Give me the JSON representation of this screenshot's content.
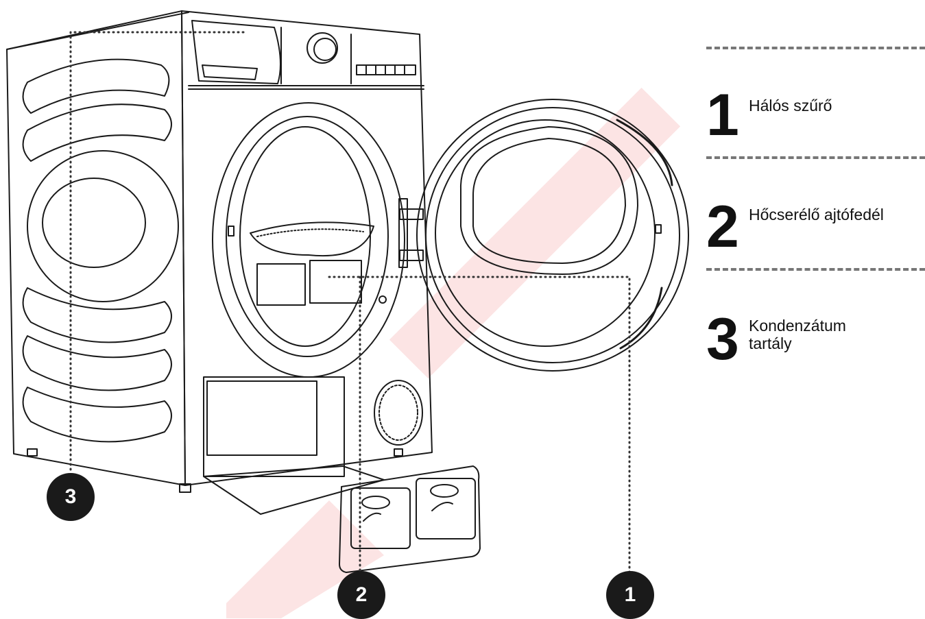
{
  "legend": {
    "items": [
      {
        "number": "1",
        "label": "Hálós szűrő"
      },
      {
        "number": "2",
        "label": "Hőcserélő ajtófedél"
      },
      {
        "number": "3",
        "label_line1": "Kondenzátum",
        "label_line2": "tartály"
      }
    ]
  },
  "markers": [
    {
      "number": "1"
    },
    {
      "number": "2"
    },
    {
      "number": "3"
    }
  ],
  "colors": {
    "line": "#1a1a1a",
    "marker_bg": "#1a1a1a",
    "marker_text": "#ffffff",
    "dash": "#777777",
    "watermark": "#e02020"
  }
}
